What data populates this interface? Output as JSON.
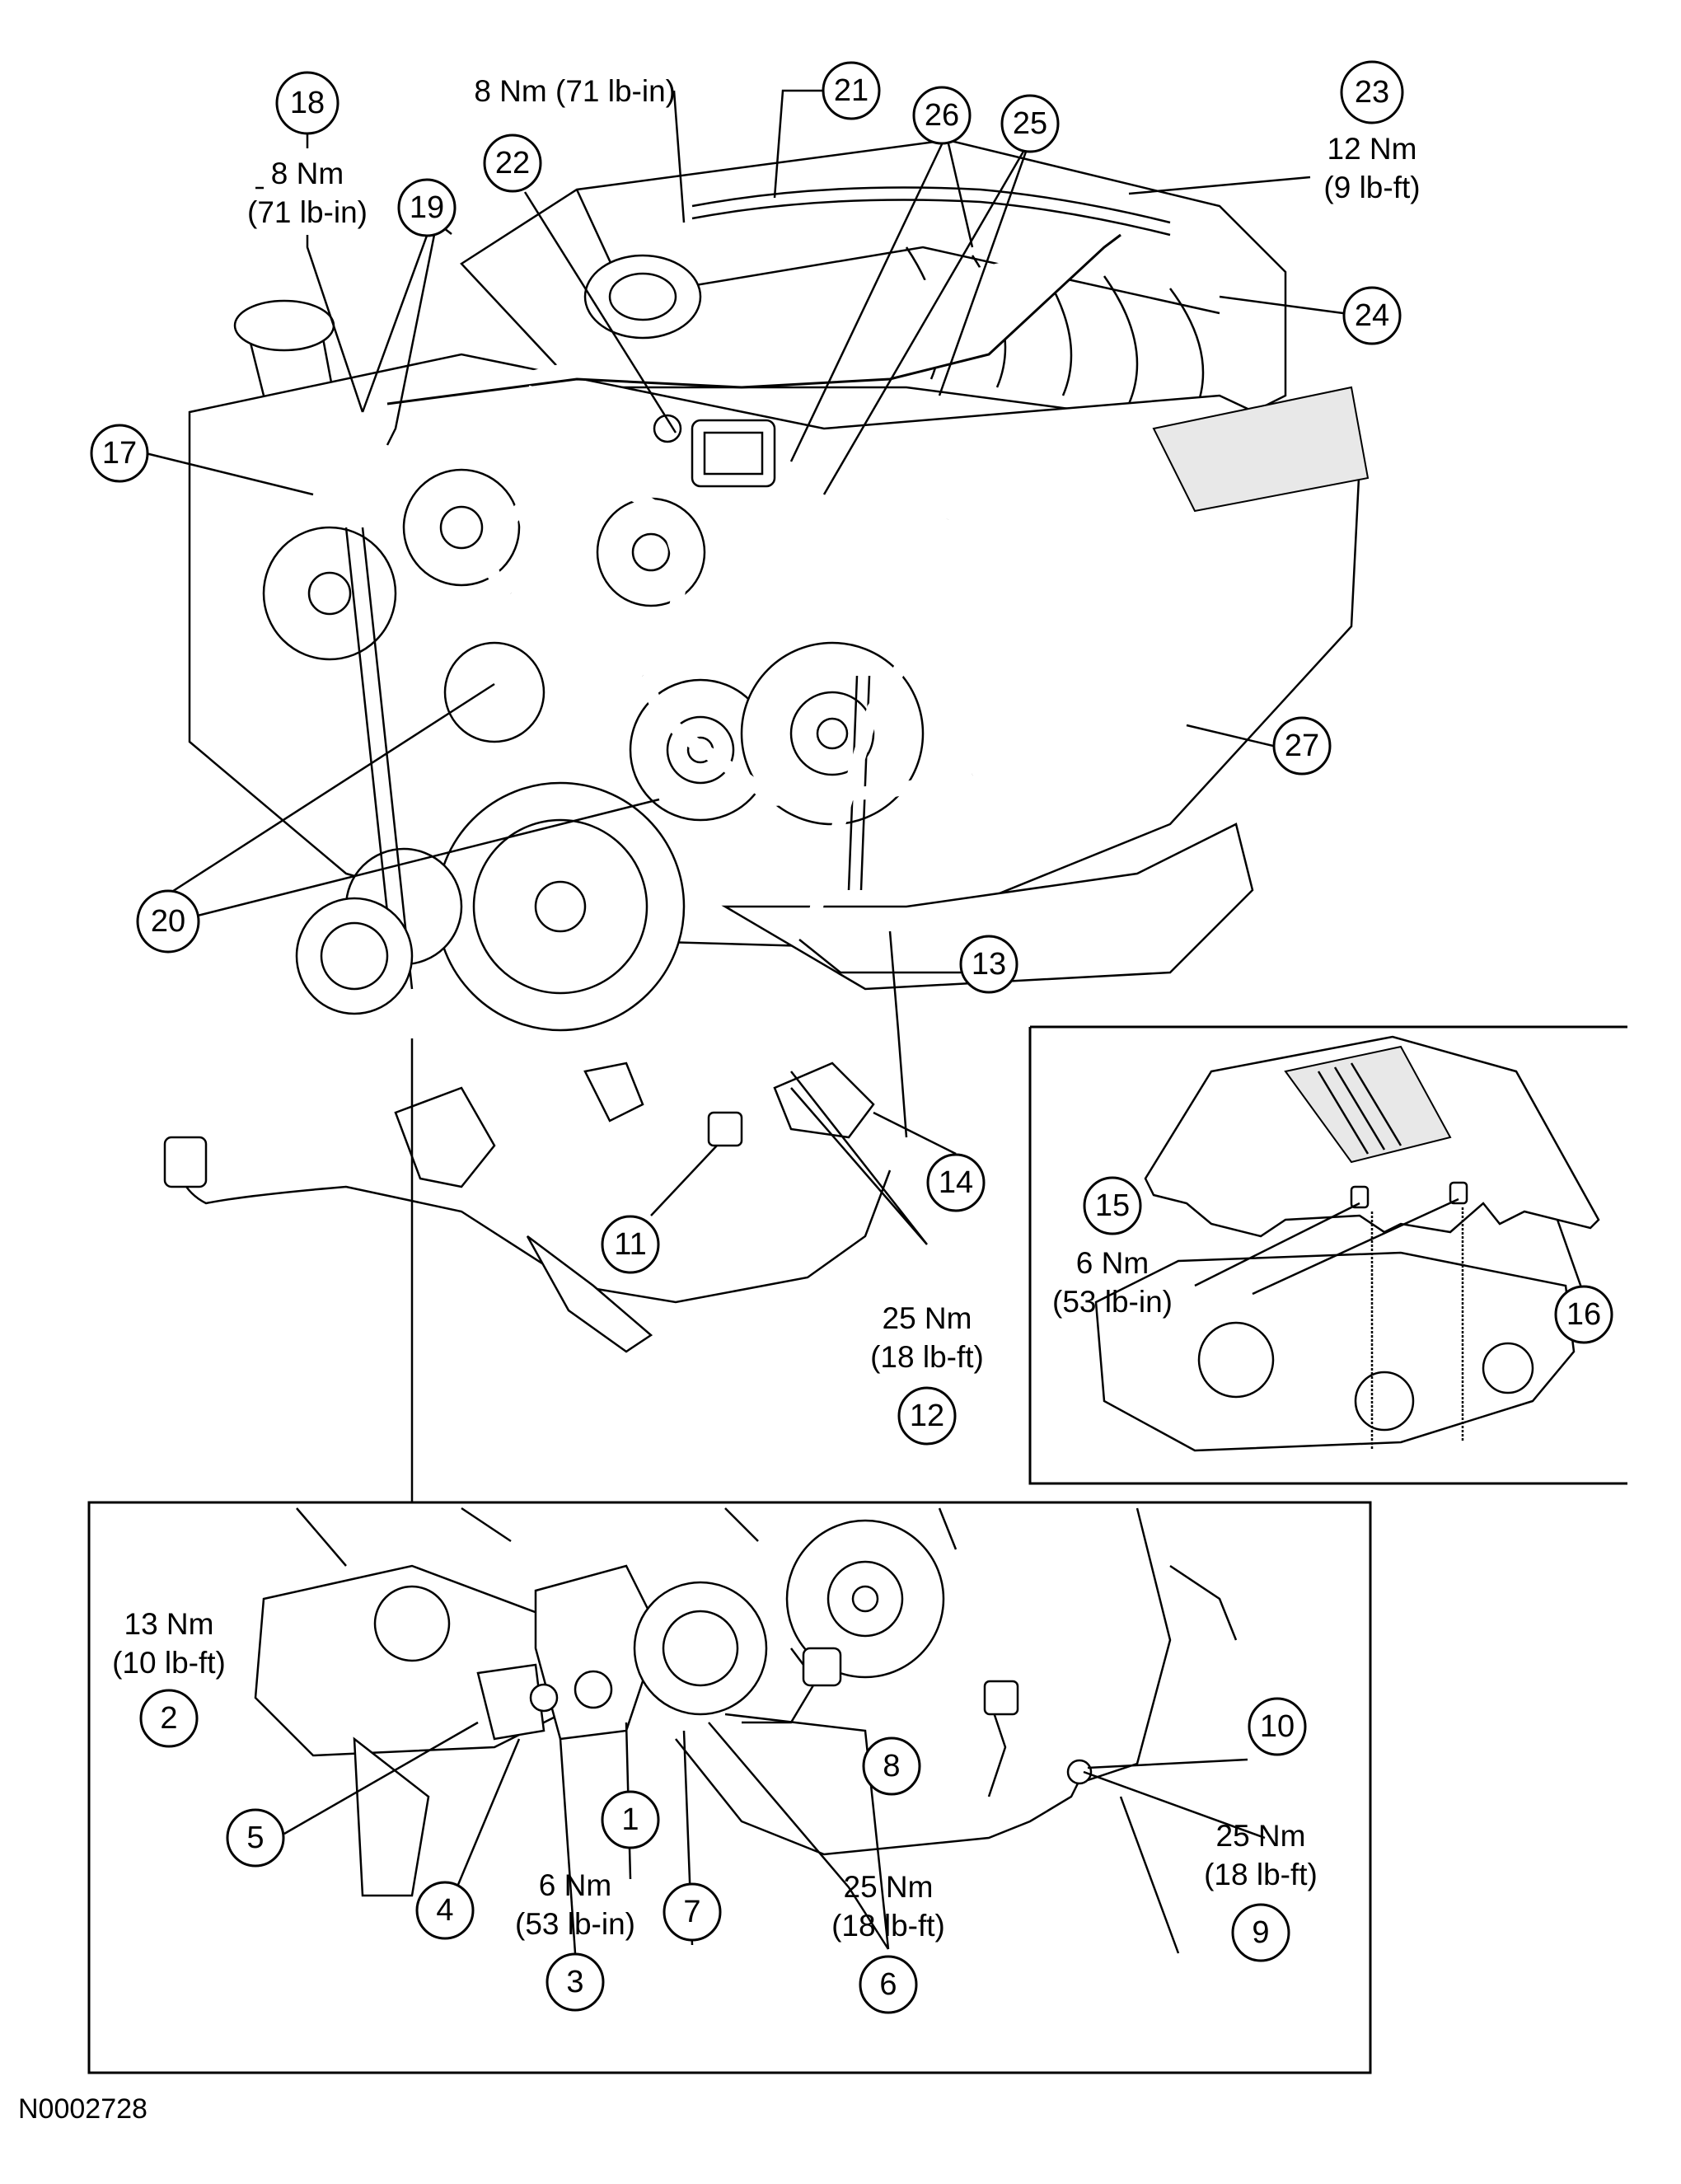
{
  "figure_id": "N0002728",
  "callouts": {
    "c1": "1",
    "c2": "2",
    "c3": "3",
    "c4": "4",
    "c5": "5",
    "c6": "6",
    "c7": "7",
    "c8": "8",
    "c9": "9",
    "c10": "10",
    "c11": "11",
    "c12": "12",
    "c13": "13",
    "c14": "14",
    "c15": "15",
    "c16": "16",
    "c17": "17",
    "c18": "18",
    "c19": "19",
    "c20": "20",
    "c21": "21",
    "c22": "22",
    "c23": "23",
    "c24": "24",
    "c25": "25",
    "c26": "26",
    "c27": "27"
  },
  "torques": {
    "t18": [
      "8 Nm",
      "(71 lb-in)"
    ],
    "t21": "8 Nm (71 lb-in)",
    "t23": [
      "12 Nm",
      "(9 lb-ft)"
    ],
    "t12": [
      "25 Nm",
      "(18 lb-ft)"
    ],
    "t15": [
      "6 Nm",
      "(53 lb-in)"
    ],
    "t2": [
      "13 Nm",
      "(10 lb-ft)"
    ],
    "t3": [
      "6 Nm",
      "(53 lb-in)"
    ],
    "t6": [
      "25 Nm",
      "(18 lb-ft)"
    ],
    "t9": [
      "25 Nm",
      "(18 lb-ft)"
    ]
  }
}
